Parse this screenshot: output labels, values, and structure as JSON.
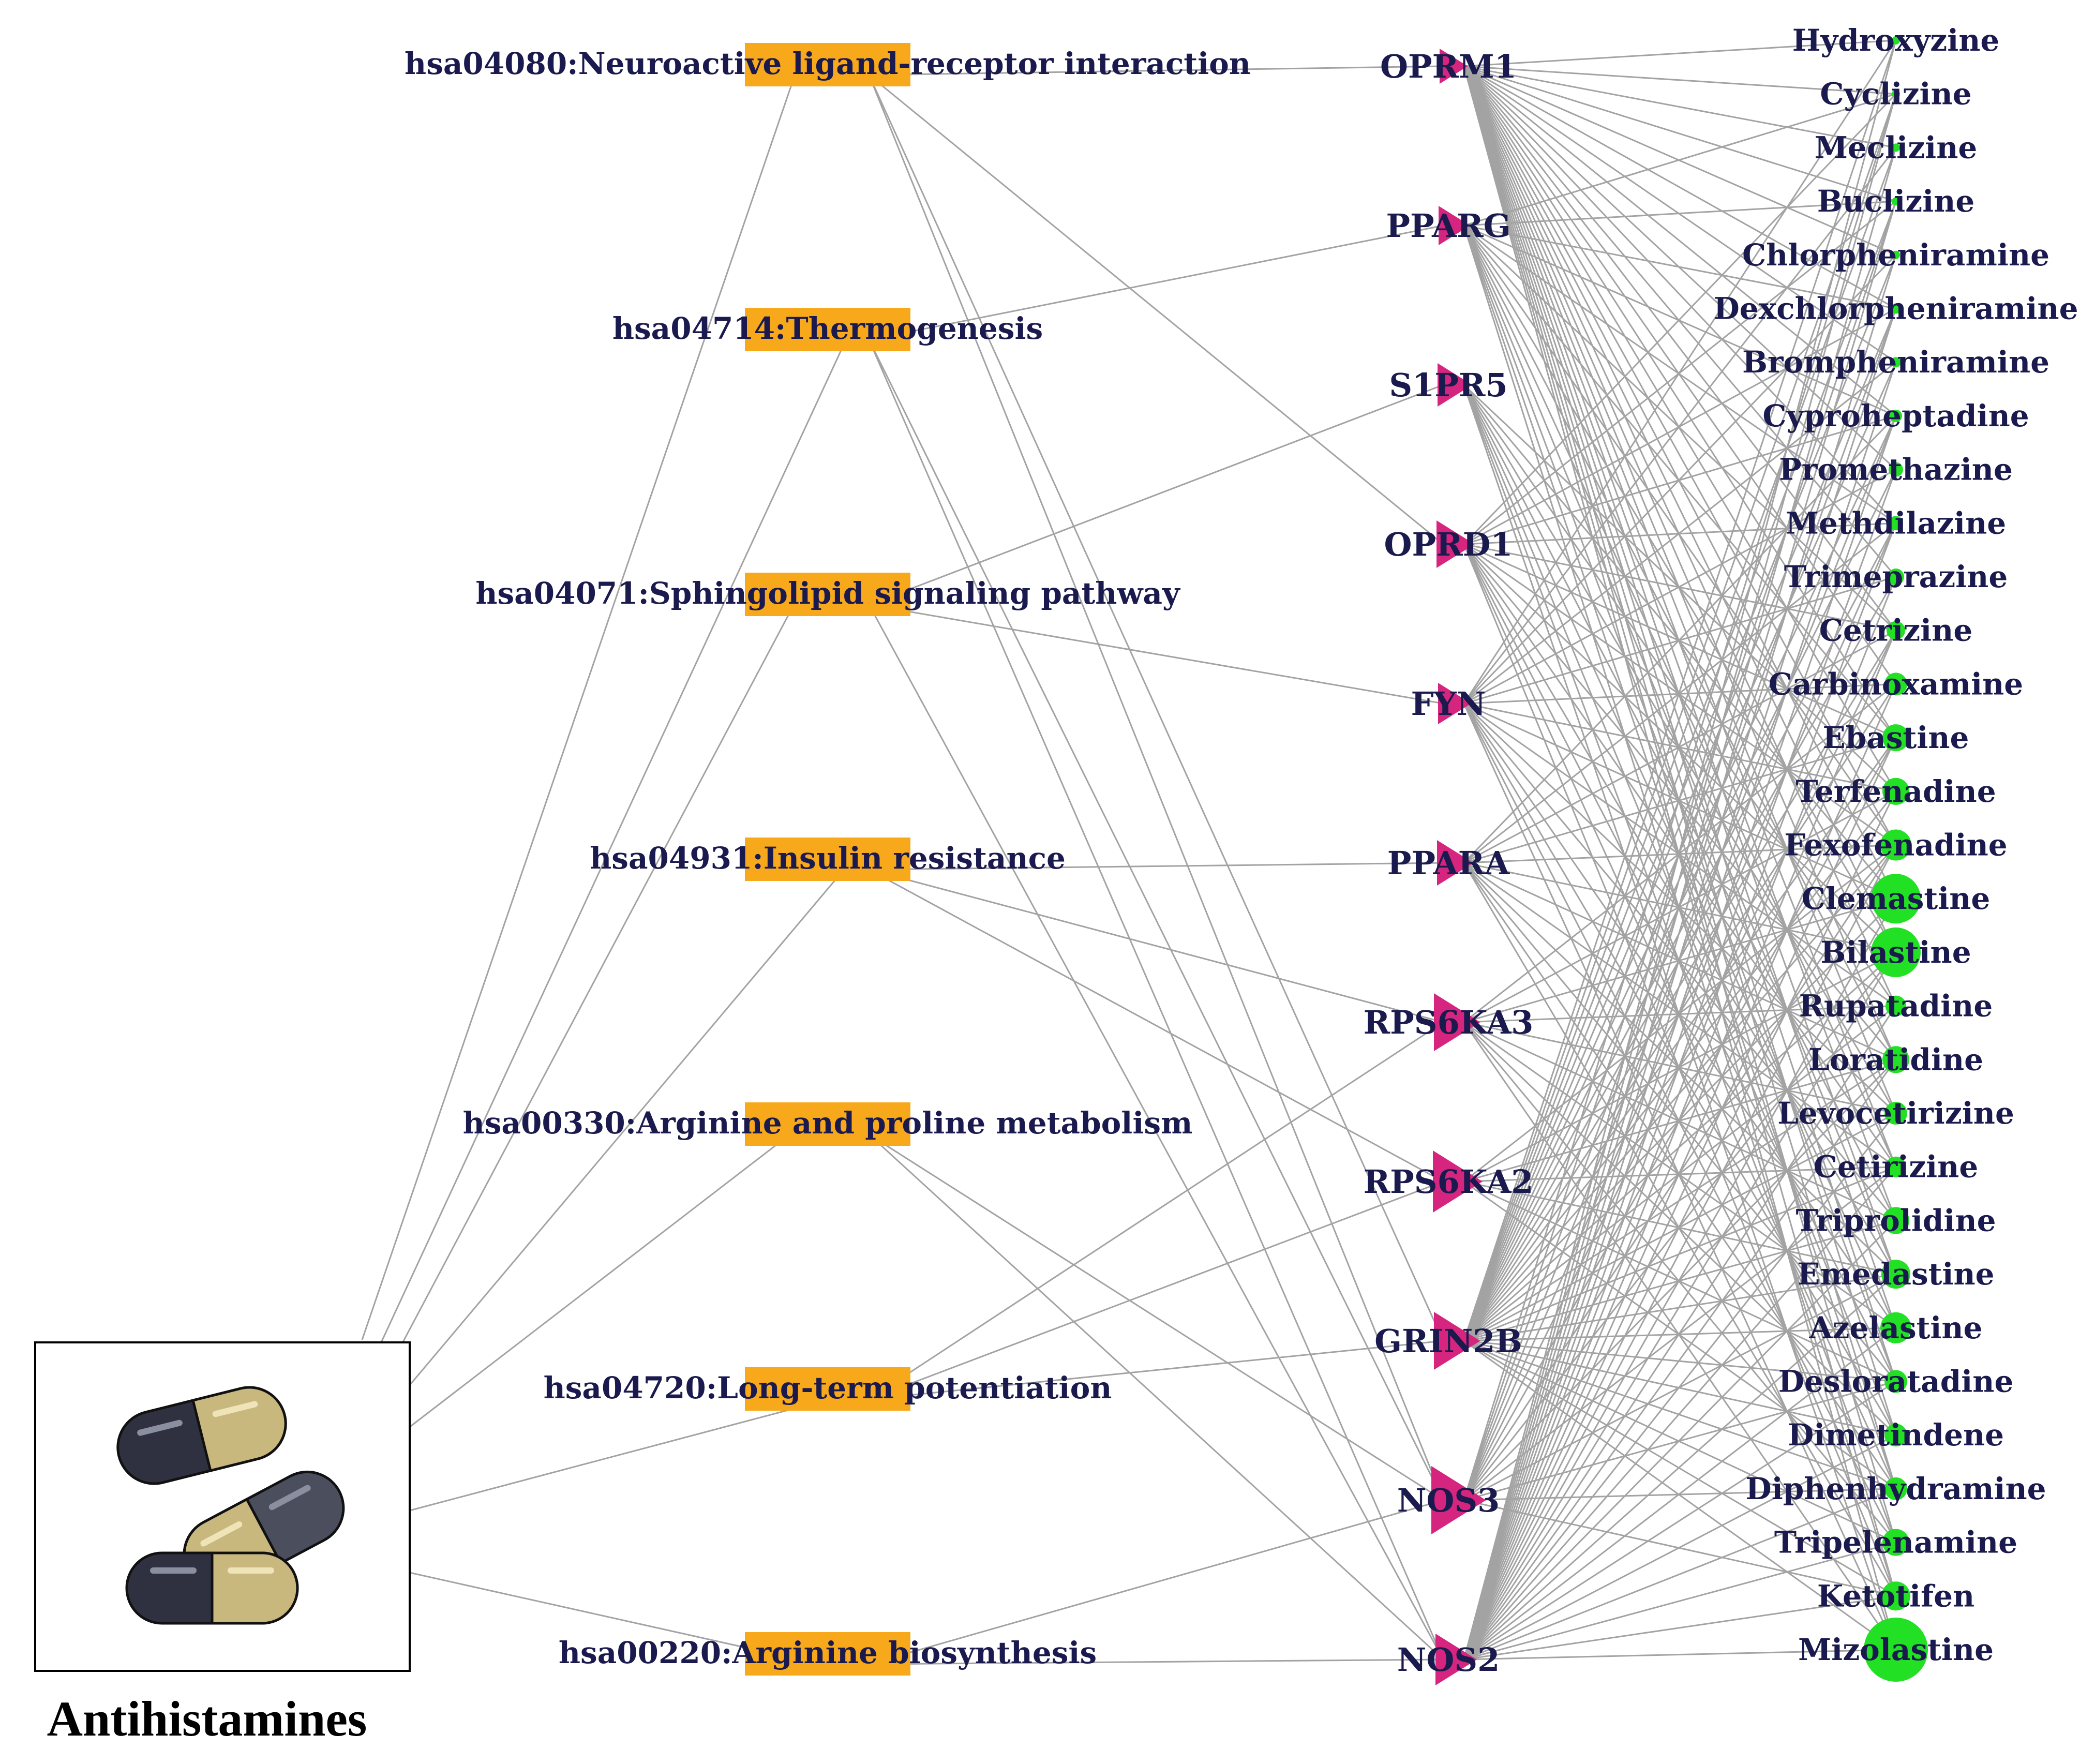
{
  "source": {
    "label": "Antihistamines",
    "icon": "capsule-pills-icon"
  },
  "colors": {
    "pathway_fill": "#F7A81B",
    "target_fill": "#D6257F",
    "drug_fill": "#22E023",
    "edge": "#A3A3A3",
    "label_text": "#1A1A4E"
  },
  "pathways": [
    {
      "label": "hsa04080:Neuroactive ligand-receptor interaction"
    },
    {
      "label": "hsa04714:Thermogenesis"
    },
    {
      "label": "hsa04071:Sphingolipid signaling pathway"
    },
    {
      "label": "hsa04931:Insulin resistance"
    },
    {
      "label": "hsa00330:Arginine and proline metabolism"
    },
    {
      "label": "hsa04720:Long-term potentiation"
    },
    {
      "label": "hsa00220:Arginine biosynthesis"
    }
  ],
  "targets": [
    {
      "label": "OPRM1"
    },
    {
      "label": "PPARG"
    },
    {
      "label": "S1PR5"
    },
    {
      "label": "OPRD1"
    },
    {
      "label": "FYN"
    },
    {
      "label": "PPARA"
    },
    {
      "label": "RPS6KA3"
    },
    {
      "label": "RPS6KA2"
    },
    {
      "label": "GRIN2B"
    },
    {
      "label": "NOS3"
    },
    {
      "label": "NOS2"
    }
  ],
  "drugs": [
    {
      "label": "Hydroxyzine"
    },
    {
      "label": "Cyclizine"
    },
    {
      "label": "Meclizine"
    },
    {
      "label": "Buclizine"
    },
    {
      "label": "Chlorpheniramine"
    },
    {
      "label": "Dexchlorpheniramine"
    },
    {
      "label": "Brompheniramine"
    },
    {
      "label": "Cyproheptadine"
    },
    {
      "label": "Promethazine"
    },
    {
      "label": "Methdilazine"
    },
    {
      "label": "Trimeprazine"
    },
    {
      "label": "Cetrizine"
    },
    {
      "label": "Carbinoxamine"
    },
    {
      "label": "Ebastine"
    },
    {
      "label": "Terfenadine"
    },
    {
      "label": "Fexofenadine"
    },
    {
      "label": "Clemastine"
    },
    {
      "label": "Bilastine"
    },
    {
      "label": "Rupatadine"
    },
    {
      "label": "Loratidine"
    },
    {
      "label": "Levocetirizine"
    },
    {
      "label": "Cetirizine"
    },
    {
      "label": "Triprolidine"
    },
    {
      "label": "Emedastine"
    },
    {
      "label": "Azelastine"
    },
    {
      "label": "Desloratadine"
    },
    {
      "label": "Dimetindene"
    },
    {
      "label": "Diphenhydramine"
    },
    {
      "label": "Tripelenamine"
    },
    {
      "label": "Ketotifen"
    },
    {
      "label": "Mizolastine"
    }
  ],
  "edges": {
    "source_pathway": [
      0,
      1,
      2,
      3,
      4,
      5,
      6
    ],
    "pathway_target": [
      [
        0,
        0
      ],
      [
        0,
        3
      ],
      [
        0,
        9
      ],
      [
        0,
        8
      ],
      [
        1,
        1
      ],
      [
        1,
        9
      ],
      [
        1,
        10
      ],
      [
        2,
        2
      ],
      [
        2,
        4
      ],
      [
        2,
        10
      ],
      [
        3,
        5
      ],
      [
        3,
        6
      ],
      [
        3,
        7
      ],
      [
        4,
        9
      ],
      [
        4,
        10
      ],
      [
        5,
        6
      ],
      [
        5,
        7
      ],
      [
        5,
        8
      ],
      [
        6,
        9
      ],
      [
        6,
        10
      ]
    ],
    "target_drug_ranges": [
      [
        0,
        0,
        30
      ],
      [
        1,
        0,
        30
      ],
      [
        2,
        14,
        30
      ],
      [
        3,
        0,
        30
      ],
      [
        4,
        0,
        30
      ],
      [
        5,
        6,
        30
      ],
      [
        6,
        12,
        30
      ],
      [
        7,
        14,
        28
      ],
      [
        8,
        0,
        30
      ],
      [
        9,
        0,
        30
      ],
      [
        10,
        0,
        30
      ]
    ]
  }
}
